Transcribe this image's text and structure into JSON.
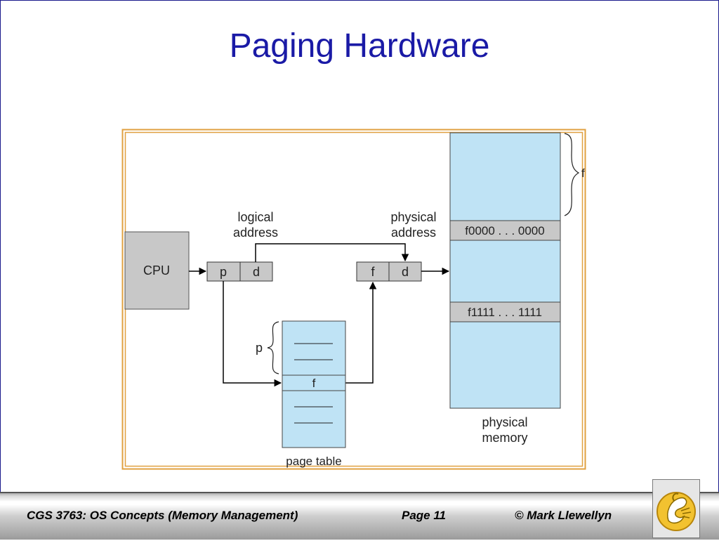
{
  "slide": {
    "title": "Paging Hardware"
  },
  "diagram": {
    "cpu_label": "CPU",
    "logical_address_line1": "logical",
    "logical_address_line2": "address",
    "physical_address_line1": "physical",
    "physical_address_line2": "address",
    "logical_p": "p",
    "logical_d": "d",
    "physical_f": "f",
    "physical_d": "d",
    "page_table_brace_label": "p",
    "page_table_entry": "f",
    "page_table_label": "page table",
    "frame_start": "f0000 . . . 0000",
    "frame_end": "f1111 . . . 1111",
    "frame_brace_label": "f",
    "physical_memory_line1": "physical",
    "physical_memory_line2": "memory"
  },
  "footer": {
    "course": "CGS 3763: OS Concepts  (Memory Management)",
    "page": "Page 11",
    "author": "© Mark Llewellyn"
  },
  "colors": {
    "title": "#1a1aa6",
    "diagram_border": "#e0a040",
    "memory_fill": "#bfe3f5",
    "box_gray": "#c8c8c8"
  }
}
